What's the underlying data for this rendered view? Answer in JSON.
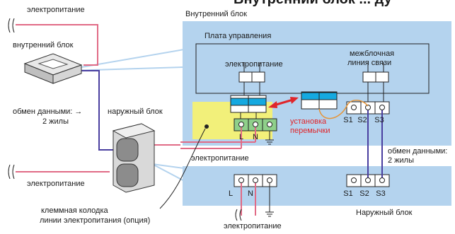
{
  "labels": {
    "title_cut": "Внутренний блок ... ду",
    "power_top_left": "электропитание",
    "indoor_unit_left": "внутренний блок",
    "data_exchange_left_1": "обмен данными: →",
    "data_exchange_left_2": "2 жилы",
    "outdoor_unit_left": "наружный блок",
    "power_bottom_left": "электропитание",
    "terminal_block_note_1": "клеммная колодка",
    "terminal_block_note_2": "линии электропитания (опция)",
    "indoor_block_header": "Внутренний блок",
    "control_board": "Плата управления",
    "power_board": "электропитание",
    "interblock_1": "межблочная",
    "interblock_2": "линия связи",
    "jumper_1": "установка",
    "jumper_2": "перемычки",
    "power_mid": "электропитание",
    "data_exchange_right_1": "обмен данными:",
    "data_exchange_right_2": "2 жилы",
    "outdoor_block_header": "Наружный блок",
    "power_bottom": "электропитание"
  },
  "terminals": {
    "indoor_power": [
      "L",
      "N",
      "⏚"
    ],
    "indoor_comm": [
      "S1",
      "S2",
      "S3"
    ],
    "outdoor_power": [
      "L",
      "N",
      "⏚"
    ],
    "outdoor_comm": [
      "S1",
      "S2",
      "S3"
    ]
  },
  "colors": {
    "panel_blue": "#b4d3ee",
    "highlight_yellow": "#f2f07a",
    "terminal_green": "#8fd08a",
    "terminal_cyan": "#15a9e0",
    "wire_pink": "#e16b86",
    "wire_blue": "#4a3fa0",
    "arrow_red": "#e0262b",
    "jumper_orange": "#e5953a"
  }
}
